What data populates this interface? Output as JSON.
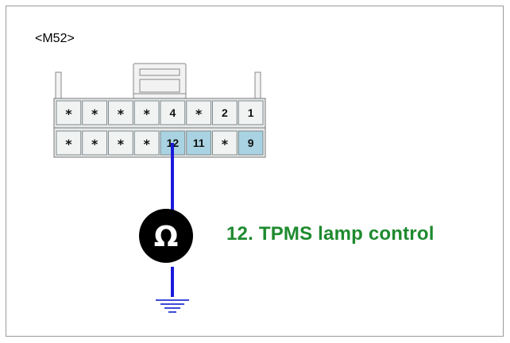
{
  "connector": {
    "id": "<M52>",
    "top_row": [
      "*",
      "*",
      "*",
      "*",
      "4",
      "*",
      "2",
      "1"
    ],
    "bottom_row": [
      "*",
      "*",
      "*",
      "*",
      "12",
      "11",
      "*",
      "9"
    ],
    "highlighted_pins": [
      "12",
      "11",
      "9"
    ],
    "active_pin": "12"
  },
  "meter": {
    "symbol": "Ω",
    "icon": "ohmmeter-icon"
  },
  "caption": "12.  TPMS lamp control",
  "colors": {
    "wire": "#1a1adb",
    "highlight": "#a9d3e2",
    "pin_bg": "#f1f3f3",
    "caption": "#1e8a2e",
    "ground": "#3b4bd6"
  }
}
